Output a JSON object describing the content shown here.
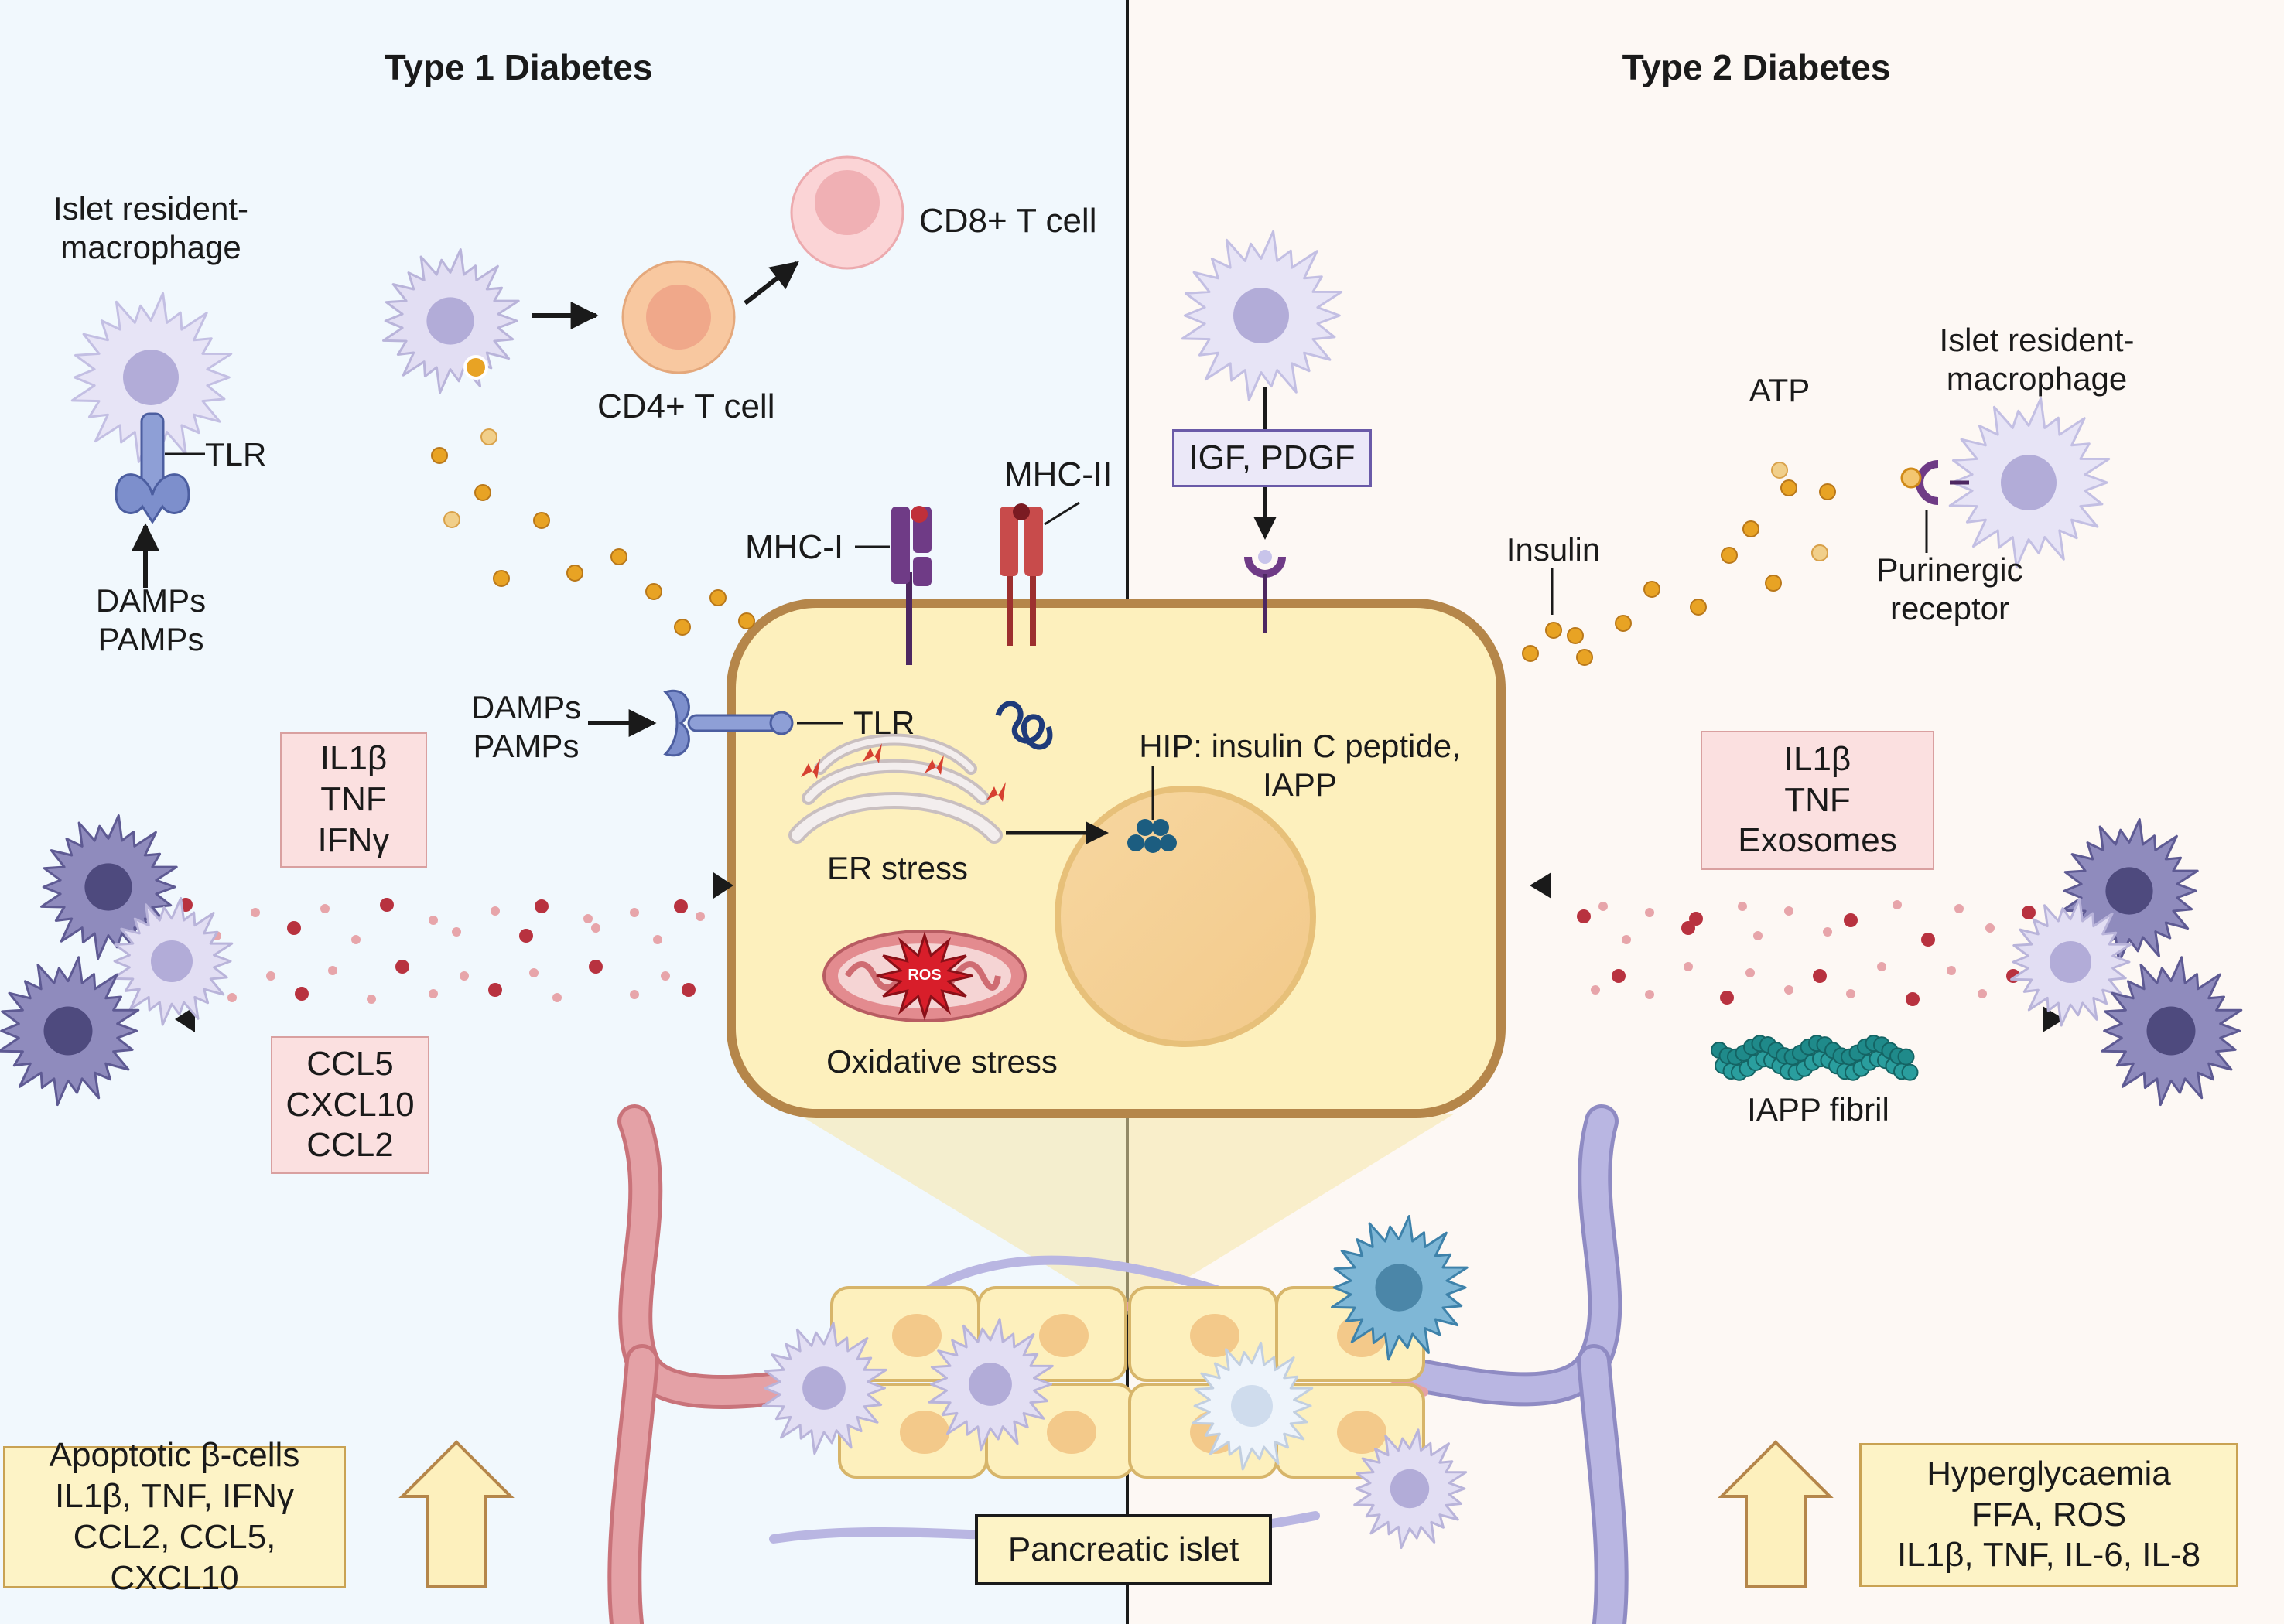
{
  "titles": {
    "left": "Type 1 Diabetes",
    "right": "Type 2 Diabetes"
  },
  "t1": {
    "resident_macrophage": "Islet resident-\nmacrophage",
    "tlr": "TLR",
    "damps_pamps": "DAMPs\nPAMPs",
    "cd4": "CD4+ T cell",
    "cd8": "CD8+ T cell",
    "mhc1": "MHC-I",
    "mhc2": "MHC-II",
    "cell_damps_pamps": "DAMPs\nPAMPs",
    "cell_tlr": "TLR",
    "er_stress": "ER stress",
    "ros": "ROS",
    "oxidative_stress": "Oxidative stress",
    "hip": "HIP: insulin C peptide,\nIAPP",
    "cytokines_box": [
      "IL1β",
      "TNF",
      "IFNγ"
    ],
    "chemokines_box": [
      "CCL5",
      "CXCL10",
      "CCL2"
    ],
    "summary_box": [
      "Apoptotic β-cells",
      "IL1β, TNF, IFNγ",
      "CCL2, CCL5, CXCL10"
    ]
  },
  "t2": {
    "igf_pdgf": "IGF, PDGF",
    "atp": "ATP",
    "insulin": "Insulin",
    "resident_macrophage": "Islet resident-\nmacrophage",
    "purinergic": "Purinergic\nreceptor",
    "cytokines_box": [
      "IL1β",
      "TNF",
      "Exosomes"
    ],
    "iapp_fibril": "IAPP fibril",
    "summary_box": [
      "Hyperglycaemia",
      "FFA, ROS",
      "IL1β, TNF, IL-6, IL-8"
    ]
  },
  "pancreatic_islet": "Pancreatic islet",
  "colors": {
    "left_bg": "#f1f8fd",
    "right_bg": "#fdf8f4",
    "beta_cell_fill": "#fdf0bd",
    "beta_cell_border": "#b5864a",
    "macrophage_light": "#dcd8f0",
    "macrophage_dark": "#6f6aa3",
    "granule_orange": "#e8a324",
    "cytokine_red": "#b8323f",
    "mhc1": "#6f3b86",
    "mhc2": "#c84b4b",
    "tlr_blue": "#7d8fcc",
    "vessel_red": "#d9868c",
    "vessel_blue": "#a9a5d6"
  },
  "icons": [
    "macrophage-icon",
    "t-cell-icon",
    "tlr-receptor-icon",
    "mhc-i-icon",
    "mhc-ii-icon",
    "er-icon",
    "mitochondrion-icon",
    "ros-burst-icon",
    "nucleus-icon",
    "dna-icon",
    "purinergic-receptor-icon",
    "iapp-fibril-icon",
    "blood-vessel-icon",
    "up-arrow-icon"
  ]
}
